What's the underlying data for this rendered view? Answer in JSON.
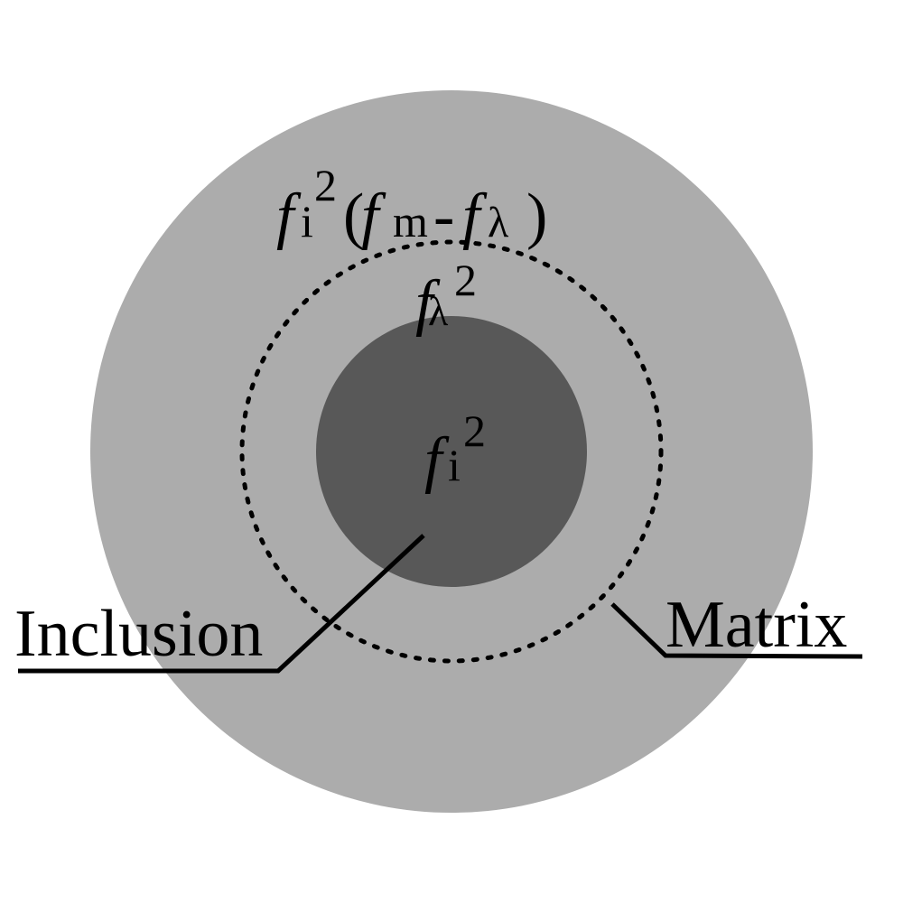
{
  "colors": {
    "background": "#ffffff",
    "matrix_fill": "#acacac",
    "inclusion_fill": "#585858",
    "ink": "#000000"
  },
  "outer_expression": {
    "var_f": "f",
    "sub_i": "i",
    "sup_2": "2",
    "open_paren": "(",
    "var_f_m": "f",
    "sub_m": "m",
    "minus": "-",
    "var_f_lambda": "f",
    "sub_lambda": "λ",
    "close_paren": ")"
  },
  "interphase_expression": {
    "var_f": "f",
    "sub_lambda": "λ",
    "sup_2": "2"
  },
  "inclusion_expression": {
    "var_f": "f",
    "sub_i": "i",
    "sup_2": "2"
  },
  "labels": {
    "inclusion": "Inclusion",
    "matrix": "Matrix"
  }
}
